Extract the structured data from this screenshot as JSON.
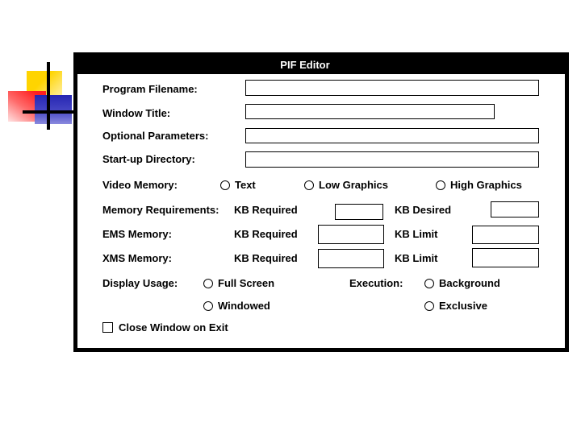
{
  "decoration": {
    "colors": {
      "yellow": "#ffd400",
      "red": "#ff1f1f",
      "blue": "#2626b2",
      "line": "#000000"
    }
  },
  "dialog": {
    "title": "PIF Editor",
    "title_bar_color": "#000000",
    "fields": [
      {
        "label": "Program Filename:",
        "value": ""
      },
      {
        "label": "Window Title:",
        "value": ""
      },
      {
        "label": "Optional Parameters:",
        "value": ""
      },
      {
        "label": "Start-up Directory:",
        "value": ""
      }
    ],
    "video_memory": {
      "label": "Video Memory:",
      "options": [
        {
          "label": "Text",
          "selected": false
        },
        {
          "label": "Low Graphics",
          "selected": false
        },
        {
          "label": "High Graphics",
          "selected": false
        }
      ]
    },
    "memory_rows": [
      {
        "label": "Memory Requirements:",
        "req_label": "KB Required",
        "req_value": "",
        "second_label": "KB Desired",
        "second_value": ""
      },
      {
        "label": "EMS Memory:",
        "req_label": "KB Required",
        "req_value": "",
        "second_label": "KB Limit",
        "second_value": ""
      },
      {
        "label": "XMS Memory:",
        "req_label": "KB Required",
        "req_value": "",
        "second_label": "KB Limit",
        "second_value": ""
      }
    ],
    "display_usage": {
      "label": "Display Usage:",
      "options": [
        {
          "label": "Full Screen",
          "selected": false
        },
        {
          "label": "Windowed",
          "selected": false
        }
      ]
    },
    "execution": {
      "label": "Execution:",
      "options": [
        {
          "label": "Background",
          "selected": false
        },
        {
          "label": "Exclusive",
          "selected": false
        }
      ]
    },
    "close_window": {
      "label": "Close Window on Exit",
      "checked": false
    }
  }
}
